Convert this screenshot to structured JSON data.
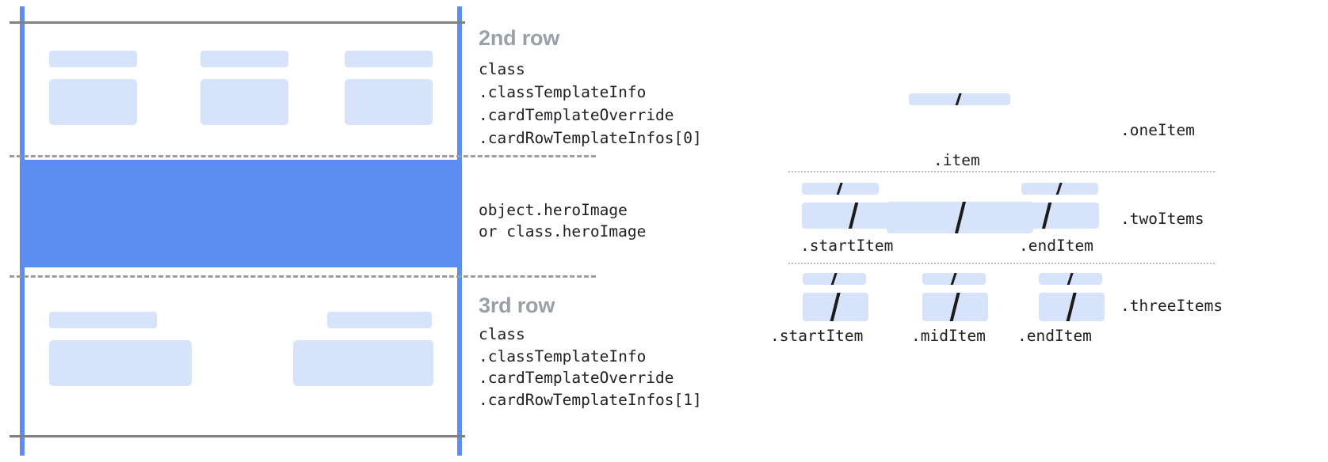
{
  "diagram": {
    "title_hidden": "",
    "left_panel": {
      "rows": [
        {
          "name": "second-row",
          "heading": "2nd row",
          "code_lines": [
            "class",
            ".classTemplateInfo",
            ".cardTemplateOverride",
            ".cardRowTemplateInfos[0]"
          ],
          "cells": 3
        },
        {
          "name": "hero-row",
          "heading": "",
          "code_lines": [
            "object.heroImage",
            "or class.heroImage"
          ],
          "cells": 0
        },
        {
          "name": "third-row",
          "heading": "3rd row",
          "code_lines": [
            "class",
            ".classTemplateInfo",
            ".cardTemplateOverride",
            ".cardRowTemplateInfos[1]"
          ],
          "cells": 2
        }
      ]
    },
    "right_panel": {
      "groups": [
        {
          "name": "one-item",
          "label": ".oneItem",
          "items": [
            ".item"
          ]
        },
        {
          "name": "two-items",
          "label": ".twoItems",
          "items": [
            ".startItem",
            ".endItem"
          ]
        },
        {
          "name": "three-items",
          "label": ".threeItems",
          "items": [
            ".startItem",
            ".midItem",
            ".endItem"
          ]
        }
      ]
    },
    "colors": {
      "accent_blue": "#5b8ef0",
      "placeholder_blue": "#d7e3fb",
      "heading_gray": "#9aa0a6",
      "rule_gray": "#808080",
      "dash_gray": "#9e9e9e",
      "text_black": "#202124"
    }
  }
}
